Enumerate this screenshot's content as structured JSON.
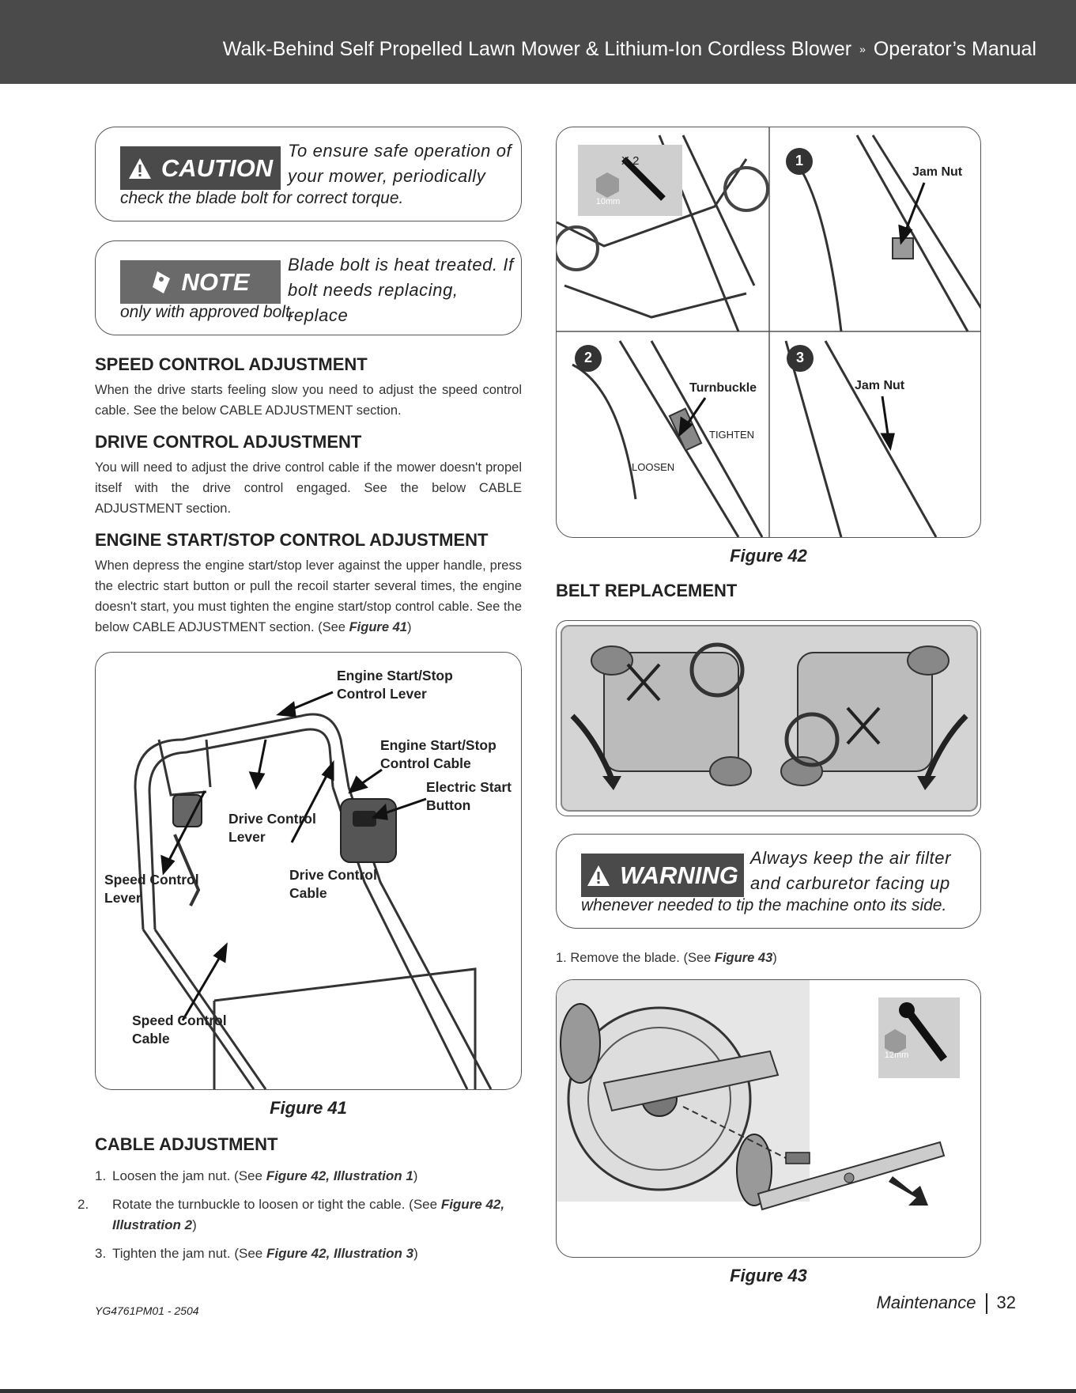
{
  "header": {
    "title": "Walk-Behind Self Propelled Lawn Mower & Lithium-Ion Cordless Blower",
    "separator": "»",
    "subtitle": "Operator’s Manual"
  },
  "caution": {
    "badge": "CAUTION",
    "text": "To ensure safe operation of your mower, periodically",
    "text2": "check the blade bolt for correct torque."
  },
  "note": {
    "badge": "NOTE",
    "text": "Blade bolt is heat treated. If bolt needs replacing, replace",
    "text2": "only with approved bolt."
  },
  "speed_control": {
    "heading": "SPEED CONTROL ADJUSTMENT",
    "body": "When the drive starts feeling slow you need to adjust the speed control cable. See the below CABLE ADJUSTMENT section."
  },
  "drive_control": {
    "heading": "DRIVE CONTROL ADJUSTMENT",
    "body": "You will need to adjust the drive control cable if the mower doesn't propel itself with the drive control engaged. See the below CABLE ADJUSTMENT section."
  },
  "engine_control": {
    "heading": "ENGINE START/STOP CONTROL ADJUSTMENT",
    "body": "When depress the engine start/stop lever against the upper handle, press the electric start button or pull the recoil starter several times, the engine doesn't start, you must tighten the engine start/stop control cable. See the below CABLE ADJUSTMENT section. (See ",
    "ref": "Figure 41",
    "body_end": ")"
  },
  "figure41": {
    "caption": "Figure 41",
    "labels": {
      "engine_lever": "Engine Start/Stop Control Lever",
      "engine_cable": "Engine Start/Stop Control Cable",
      "electric_start": "Electric Start Button",
      "drive_lever": "Drive Control Lever",
      "speed_lever": "Speed Control Lever",
      "drive_cable": "Drive Control Cable",
      "speed_cable": "Speed Control Cable"
    }
  },
  "cable_adjustment": {
    "heading": "CABLE ADJUSTMENT",
    "items": [
      {
        "num": "1.",
        "text": "Loosen the jam nut. (See ",
        "ref": "Figure 42, Illustration 1",
        "end": ")"
      },
      {
        "num": "2.",
        "text": "Rotate the turnbuckle to loosen or tight the cable. (See ",
        "ref": "Figure 42, Illustration 2",
        "end": ")"
      },
      {
        "num": "3.",
        "text": "Tighten the jam nut. (See ",
        "ref": "Figure 42, Illustration 3",
        "end": ")"
      }
    ]
  },
  "figure42": {
    "caption": "Figure 42",
    "tool_qty": "X 2",
    "tool_size": "10mm",
    "step1": "1",
    "step2": "2",
    "step3": "3",
    "jam_nut_1": "Jam Nut",
    "turnbuckle": "Turnbuckle",
    "tighten": "TIGHTEN",
    "loosen": "LOOSEN",
    "jam_nut_3": "Jam Nut"
  },
  "belt_replacement": {
    "heading": "BELT REPLACEMENT"
  },
  "warning": {
    "badge": "WARNING",
    "text": "Always keep the air filter and carburetor facing up",
    "text2": "whenever needed to tip the machine onto its side."
  },
  "remove_blade": {
    "num": "1.",
    "text": "Remove the blade. (See ",
    "ref": "Figure 43",
    "end": ")"
  },
  "figure43": {
    "caption": "Figure 43",
    "tool_size": "12mm"
  },
  "footer": {
    "code": "YG4761PM01 - 2504",
    "section": "Maintenance",
    "page": "32"
  },
  "colors": {
    "header_bg": "#4a4a4a",
    "caution_bg": "#4a4a4a",
    "note_bg": "#6a6a6a"
  }
}
